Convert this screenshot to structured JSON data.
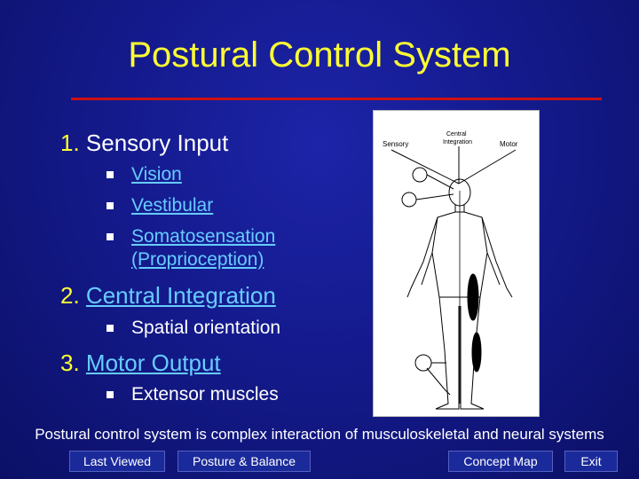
{
  "title": "Postural Control System",
  "sections": [
    {
      "number": "1.",
      "label": "Sensory Input",
      "items": [
        "Vision",
        "Vestibular",
        "Somatosensation",
        "(Proprioception)"
      ]
    },
    {
      "number": "2.",
      "label": "Central Integration",
      "items": [
        "Spatial orientation"
      ]
    },
    {
      "number": "3.",
      "label": "Motor Output",
      "items": [
        "Extensor muscles"
      ]
    }
  ],
  "figure": {
    "label_sensory": "Sensory",
    "label_central_1": "Central",
    "label_central_2": "Integration",
    "label_motor": "Motor"
  },
  "caption": "Postural control system is complex interaction of musculoskeletal and neural systems",
  "nav": {
    "last_viewed": "Last Viewed",
    "posture_balance": "Posture & Balance",
    "concept_map": "Concept Map",
    "exit": "Exit"
  },
  "colors": {
    "title": "#ffff33",
    "link": "#66ccff",
    "rule": "#cc1111",
    "background": "#141a8c"
  }
}
